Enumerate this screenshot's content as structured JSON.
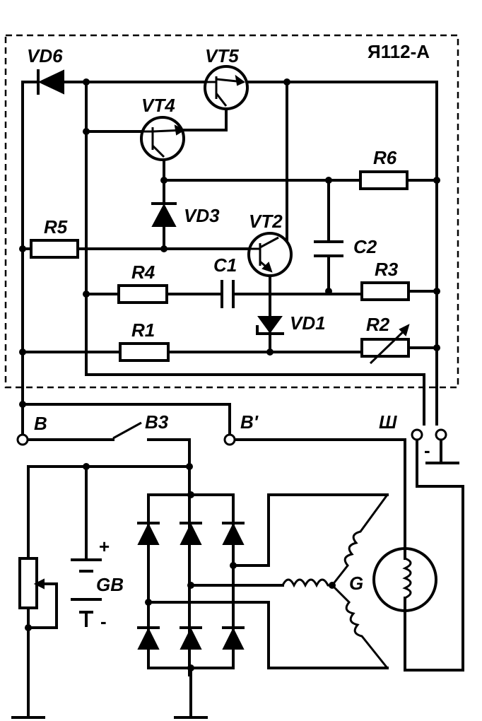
{
  "module": {
    "name": "Я112-А"
  },
  "labels": {
    "vd6": "VD6",
    "vt5": "VT5",
    "vt4": "VT4",
    "r6": "R6",
    "vd3": "VD3",
    "vt2": "VT2",
    "r5": "R5",
    "c2": "C2",
    "r4": "R4",
    "c1": "C1",
    "r3": "R3",
    "vd1": "VD1",
    "r1": "R1",
    "r2": "R2"
  },
  "terminals": {
    "b": "B",
    "b3": "B3",
    "b_prime": "B'",
    "sh": "Ш",
    "minus": "-"
  },
  "battery": {
    "name": "GB",
    "plus": "+",
    "minus": "-"
  },
  "generator": {
    "name": "G"
  }
}
